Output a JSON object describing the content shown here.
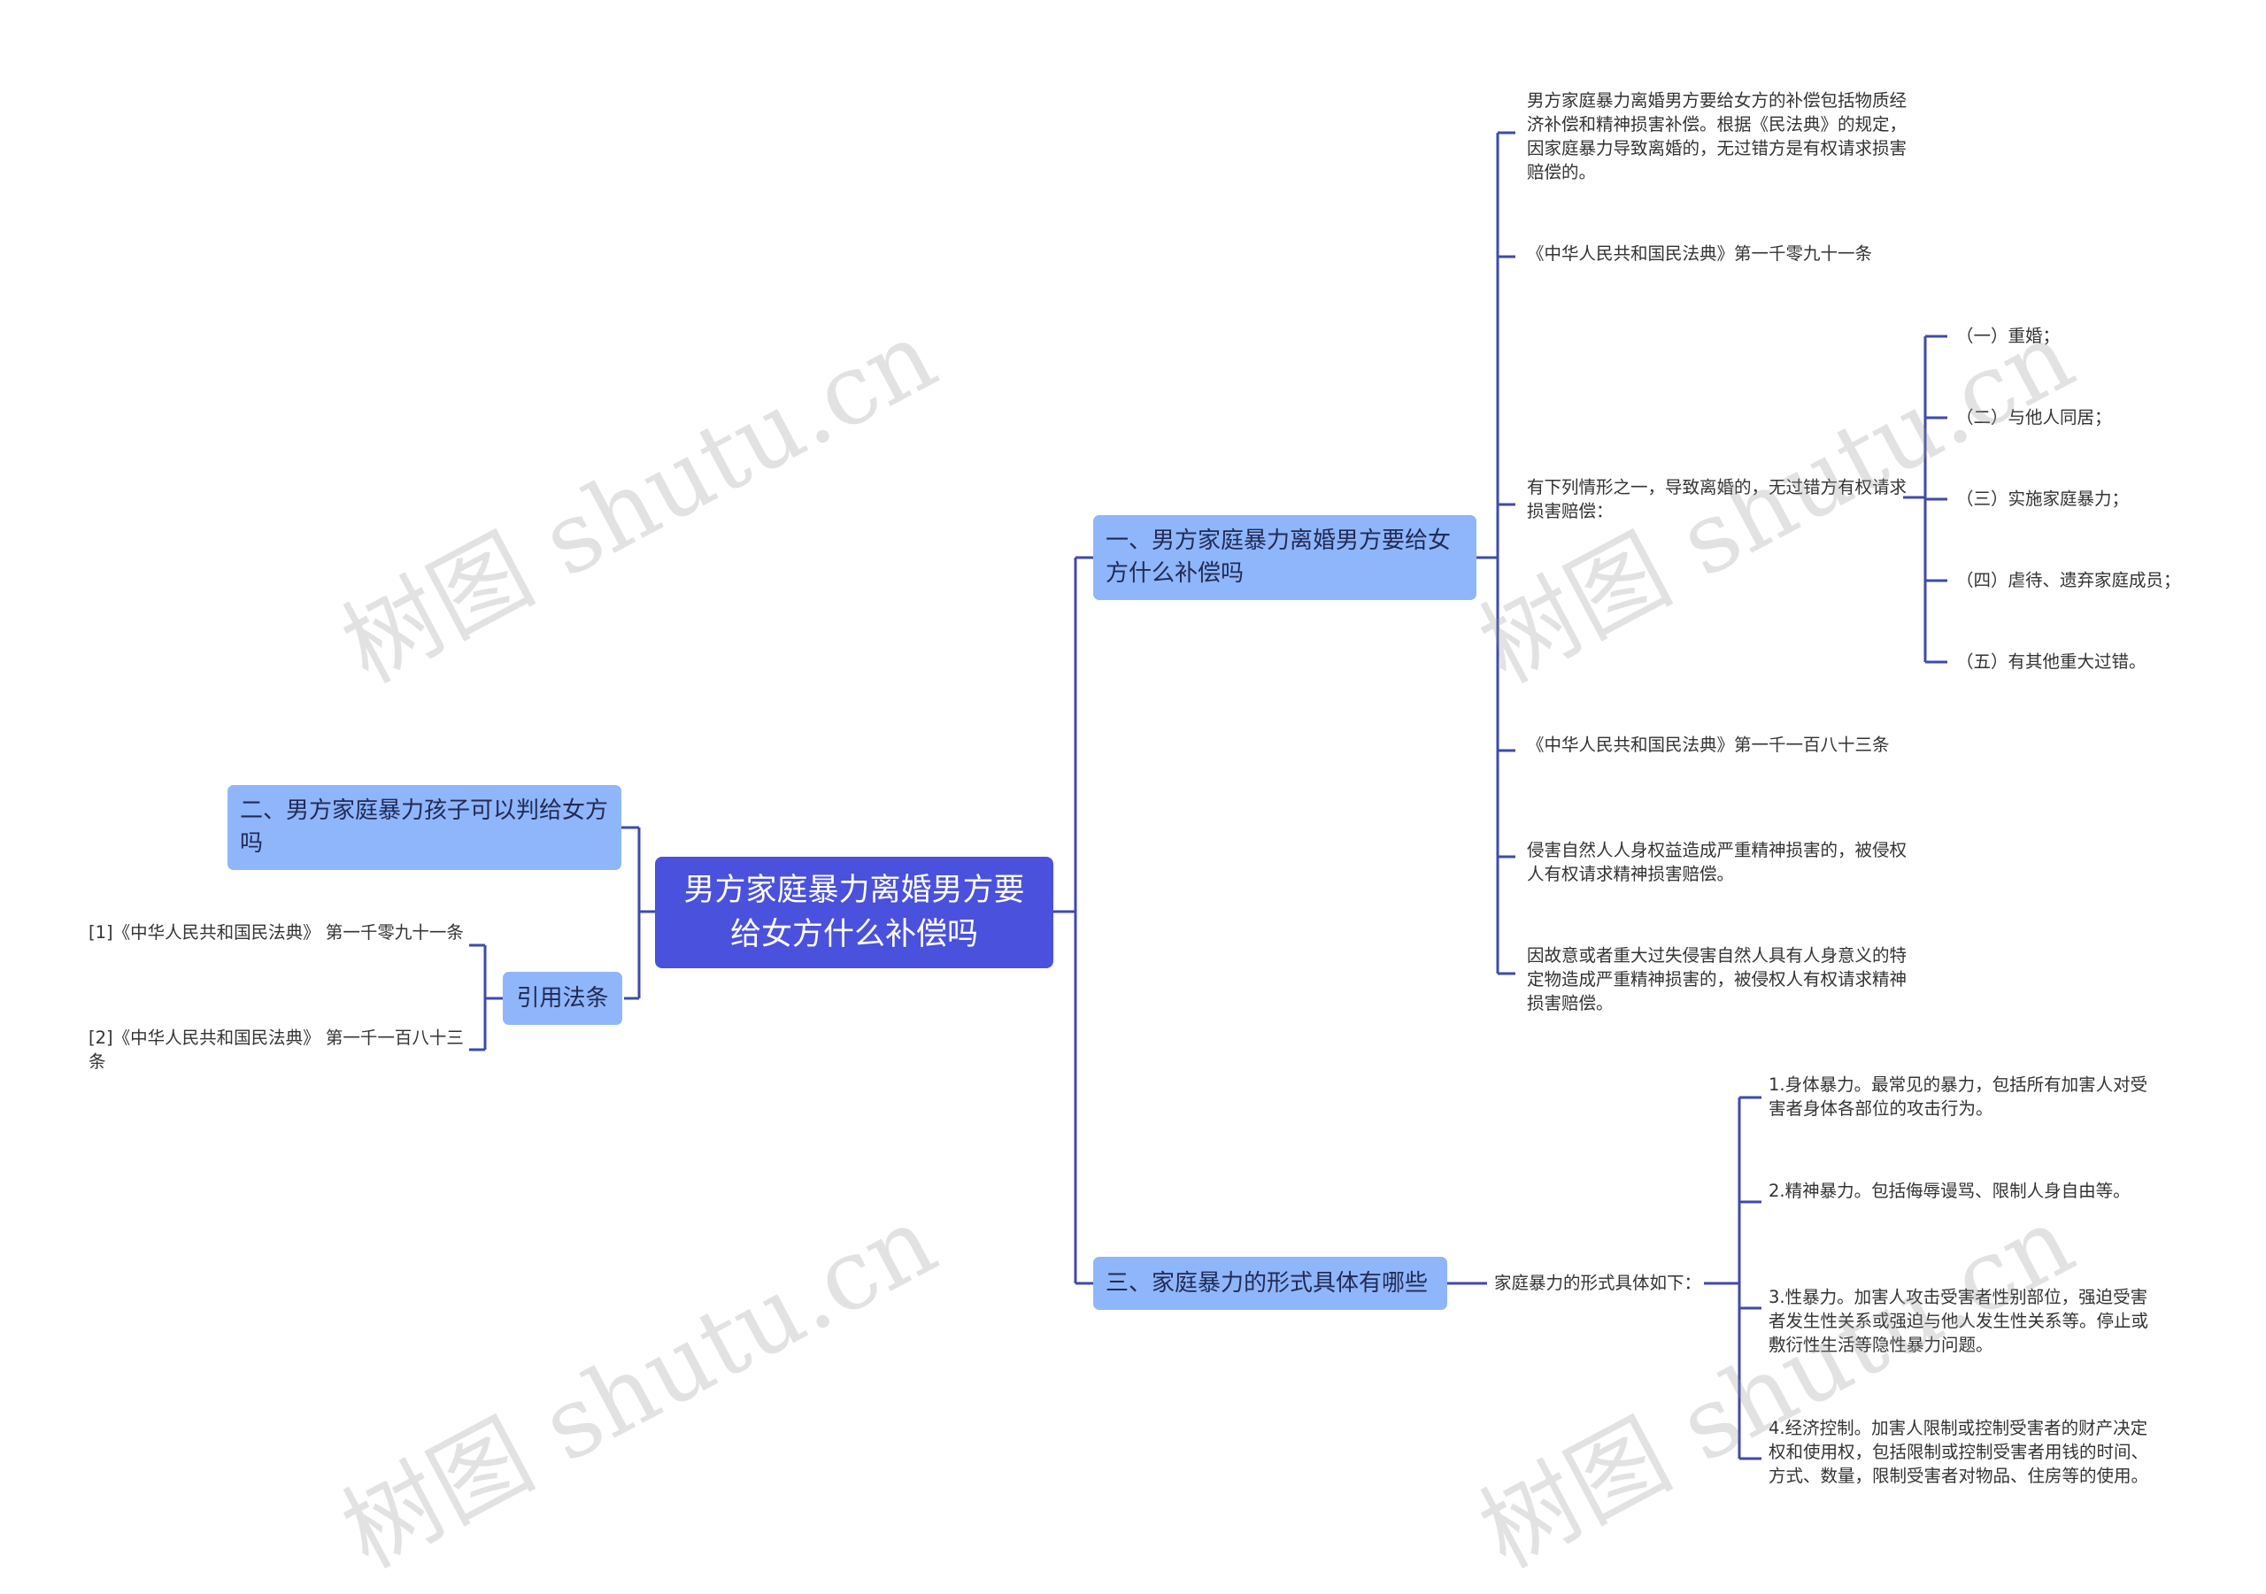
{
  "root": {
    "title": "男方家庭暴力离婚男方要给女方什么补偿吗"
  },
  "branch1": {
    "title": "一、男方家庭暴力离婚男方要给女方什么补偿吗",
    "leaves": [
      "男方家庭暴力离婚男方要给女方的补偿包括物质经济补偿和精神损害补偿。根据《民法典》的规定，因家庭暴力导致离婚的，无过错方是有权请求损害赔偿的。",
      "《中华人民共和国民法典》第一千零九十一条",
      "有下列情形之一，导致离婚的，无过错方有权请求损害赔偿：",
      "《中华人民共和国民法典》第一千一百八十三条",
      "侵害自然人人身权益造成严重精神损害的，被侵权人有权请求精神损害赔偿。",
      "因故意或者重大过失侵害自然人具有人身意义的特定物造成严重精神损害的，被侵权人有权请求精神损害赔偿。"
    ],
    "sub_items": [
      "（一）重婚；",
      "（二）与他人同居；",
      "（三）实施家庭暴力；",
      "（四）虐待、遗弃家庭成员；",
      "（五）有其他重大过错。"
    ]
  },
  "branch2": {
    "title": "二、男方家庭暴力孩子可以判给女方吗"
  },
  "branch3": {
    "title": "三、家庭暴力的形式具体有哪些",
    "intro": "家庭暴力的形式具体如下：",
    "forms": [
      "1.身体暴力。最常见的暴力，包括所有加害人对受害者身体各部位的攻击行为。",
      "2.精神暴力。包括侮辱谩骂、限制人身自由等。",
      "3.性暴力。加害人攻击受害者性别部位，强迫受害者发生性关系或强迫与他人发生性关系等。停止或敷衍性生活等隐性暴力问题。",
      "4.经济控制。加害人限制或控制受害者的财产决定权和使用权，包括限制或控制受害者用钱的时间、方式、数量，限制受害者对物品、住房等的使用。"
    ]
  },
  "citations": {
    "title": "引用法条",
    "items": [
      "[1]《中华人民共和国民法典》 第一千零九十一条",
      "[2]《中华人民共和国民法典》 第一千一百八十三条"
    ]
  },
  "watermark": "树图 shutu.cn",
  "colors": {
    "root": "#4a51dc",
    "main": "#8fb6fb",
    "line": "#3f4aa8"
  }
}
